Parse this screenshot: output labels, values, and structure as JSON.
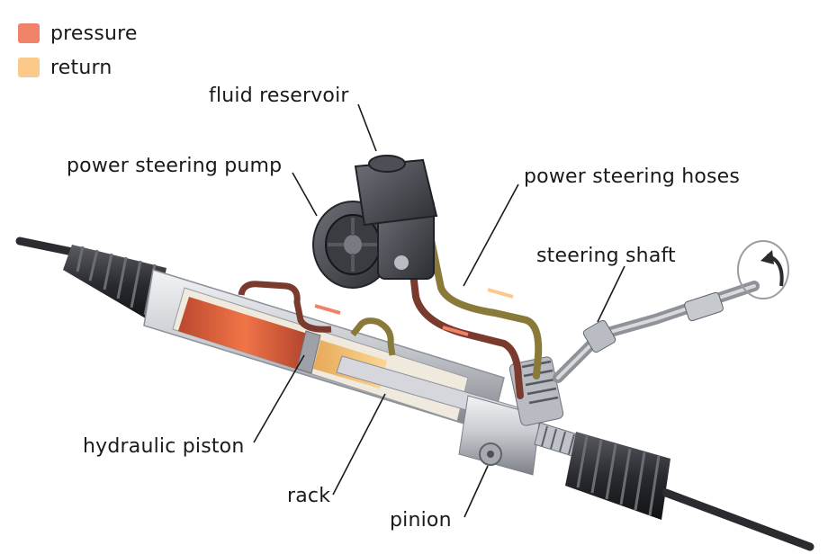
{
  "legend": {
    "items": [
      {
        "label": "pressure",
        "color": "#f0826a"
      },
      {
        "label": "return",
        "color": "#fbc98a"
      }
    ]
  },
  "labels": {
    "fluid_reservoir": "fluid reservoir",
    "power_steering_pump": "power steering pump",
    "power_steering_hoses": "power steering hoses",
    "steering_shaft": "steering shaft",
    "hydraulic_piston": "hydraulic piston",
    "rack": "rack",
    "pinion": "pinion"
  },
  "colors": {
    "pressure_line": "#7a3b2e",
    "return_line": "#8a7a3a",
    "metal": "#c9ccd1",
    "rubber": "#2e2f33"
  }
}
